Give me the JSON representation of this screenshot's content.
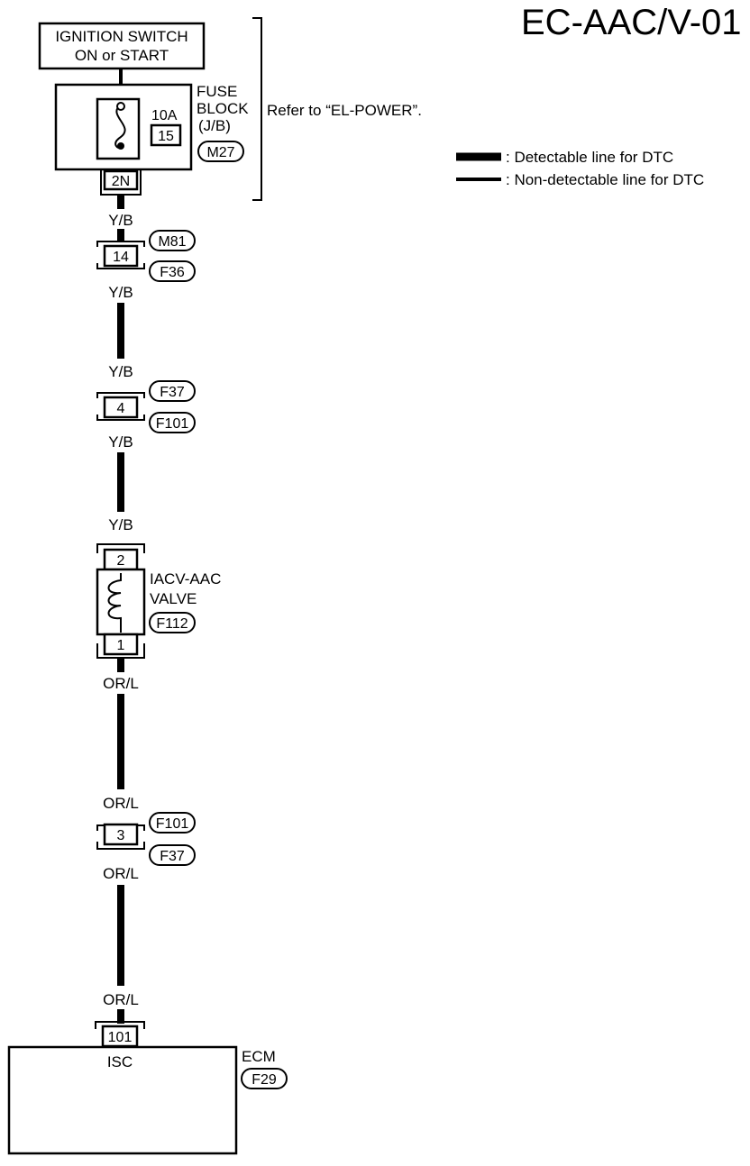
{
  "title": "EC-AAC/V-01",
  "legend": {
    "detectable": ": Detectable line for DTC",
    "non_detectable": ": Non-detectable line for DTC"
  },
  "ignition": {
    "line1": "IGNITION SWITCH",
    "line2": "ON or START"
  },
  "fuse_block": {
    "line1": "FUSE",
    "line2": "BLOCK",
    "line3": "(J/B)",
    "connector": "M27",
    "amp": "10A",
    "fuse_no": "15",
    "terminal": "2N",
    "refer": "Refer to “EL-POWER”."
  },
  "joint1": {
    "terminal": "14",
    "conn_top": "M81",
    "conn_bottom": "F36"
  },
  "joint2": {
    "terminal": "4",
    "conn_top": "F37",
    "conn_bottom": "F101"
  },
  "joint3": {
    "terminal": "3",
    "conn_top": "F101",
    "conn_bottom": "F37"
  },
  "valve": {
    "line1": "IACV-AAC",
    "line2": "VALVE",
    "connector": "F112",
    "terminal_top": "2",
    "terminal_bottom": "1"
  },
  "ecm": {
    "name": "ECM",
    "connector": "F29",
    "terminal": "101",
    "pin_label": "ISC"
  },
  "wire_colors": {
    "yb": "Y/B",
    "orl": "OR/L"
  }
}
